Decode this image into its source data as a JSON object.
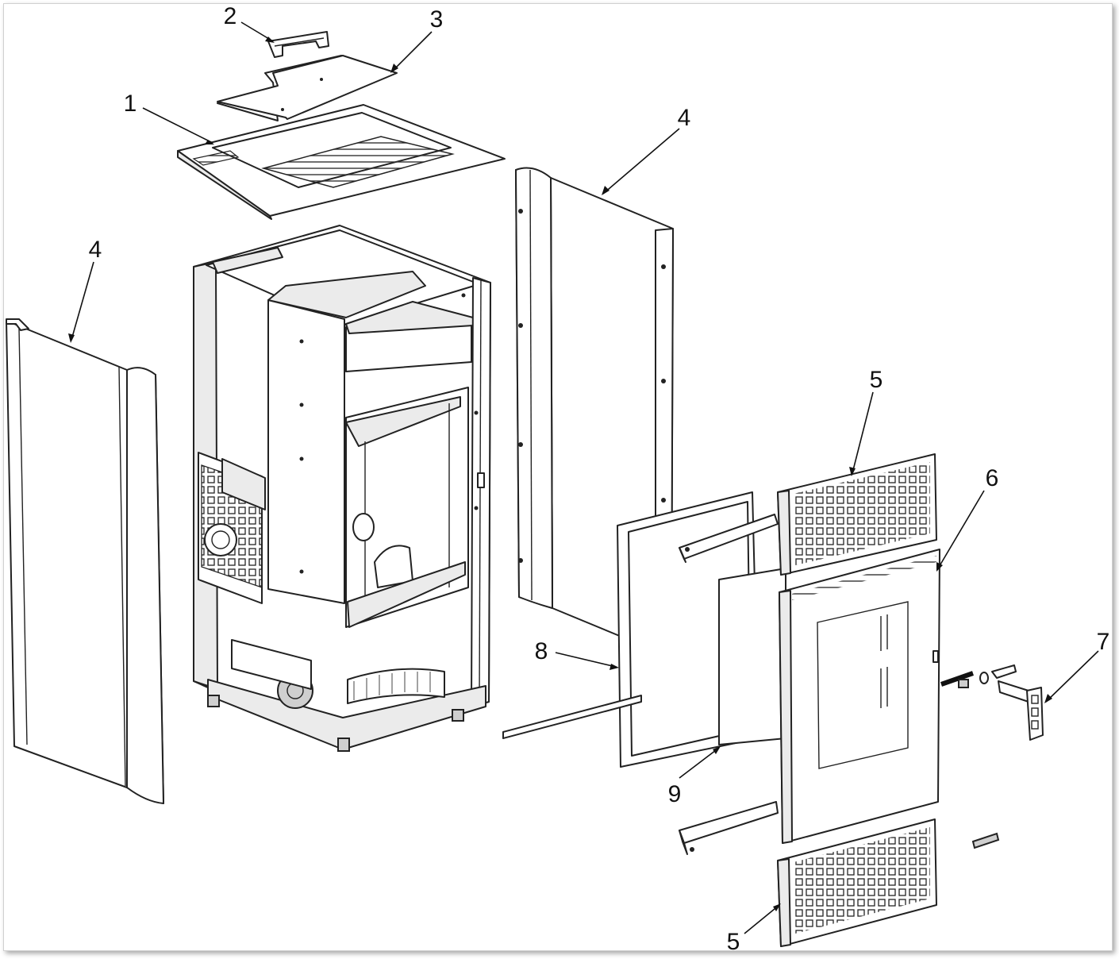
{
  "callouts": [
    {
      "id": "c-1",
      "text": "1"
    },
    {
      "id": "c-2",
      "text": "2"
    },
    {
      "id": "c-3",
      "text": "3"
    },
    {
      "id": "c-4-left",
      "text": "4"
    },
    {
      "id": "c-4-right",
      "text": "4"
    },
    {
      "id": "c-5-top",
      "text": "5"
    },
    {
      "id": "c-5-bottom",
      "text": "5"
    },
    {
      "id": "c-6",
      "text": "6"
    },
    {
      "id": "c-7",
      "text": "7"
    },
    {
      "id": "c-8",
      "text": "8"
    },
    {
      "id": "c-9",
      "text": "9"
    }
  ]
}
